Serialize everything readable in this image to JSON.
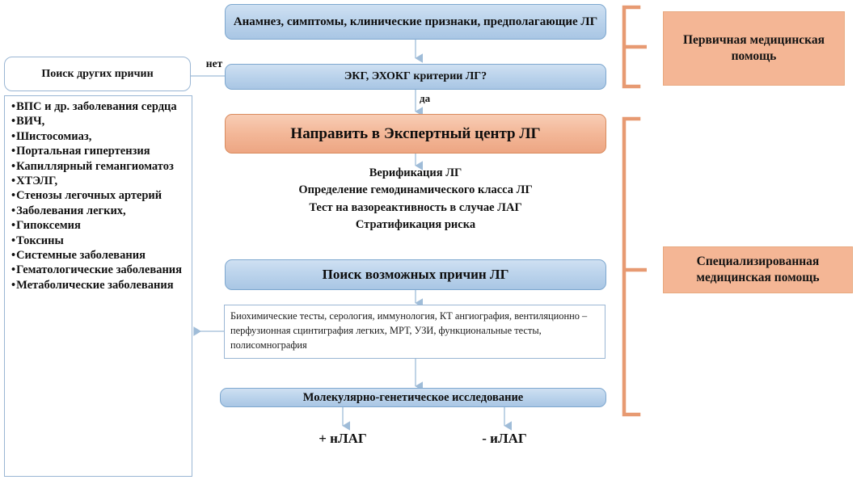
{
  "flow": {
    "step_anamnesis": "Анамнез,  симптомы,  клинические  признаки, предполагающие ЛГ",
    "step_ecg": "ЭКГ,  ЭХОКГ критерии ЛГ?",
    "label_no": "нет",
    "label_yes": "да",
    "step_refer": "Направить в Экспертный центр ЛГ",
    "center_tasks": [
      "Верификация ЛГ",
      "Определение гемодинамического класса  ЛГ",
      "Тест на вазореактивность  в случае  ЛАГ",
      "Стратификация  риска"
    ],
    "step_search_causes": "Поиск возможных причин ЛГ",
    "step_workup": "Биохимические тесты, серология, иммунология, КТ ангиография, вентиляционно – перфузионная сцинтиграфия легких, МРТ, УЗИ, функциональные тесты, полисомнография",
    "step_genetics": "Молекулярно-генетическое исследование",
    "outcome_positive": "+ нЛАГ",
    "outcome_negative": "- иЛАГ"
  },
  "sidebar": {
    "title": "Поиск других причин",
    "causes": [
      "ВПС и др. заболевания сердца",
      "ВИЧ,",
      "Шистосомиаз,",
      "Портальная гипертензия",
      "Капиллярный гемангиоматоз",
      "ХТЭЛГ,",
      "Стенозы легочных артерий",
      "Заболевания легких,",
      "Гипоксемия",
      "Токсины",
      "Системные заболевания",
      "Гематологические заболевания",
      "Метаболические заболевания"
    ]
  },
  "care_levels": {
    "primary": "Первичная медицинская помощь",
    "specialized": "Специализированная медицинская помощь"
  },
  "colors": {
    "blue_fill": "#bcd4ec",
    "blue_border": "#7da7cf",
    "orange_fill": "#f3b798",
    "orange_flat": "#f4b695",
    "bracket": "#e79a72",
    "connector": "#9fbcd8"
  }
}
